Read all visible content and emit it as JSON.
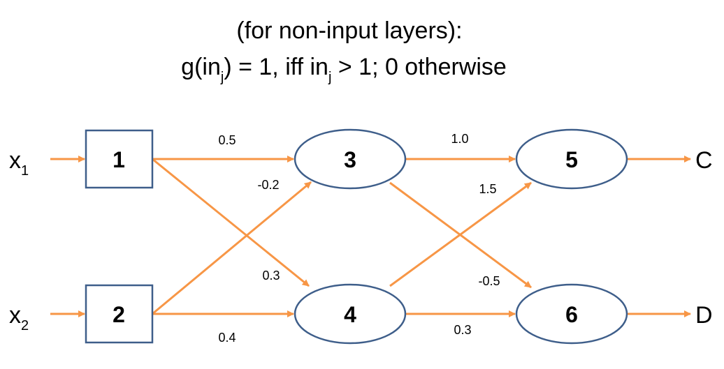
{
  "title": {
    "line1": "(for non-input layers):",
    "line2": {
      "p1": "g(in",
      "sub1": "j",
      "p2": ") = 1,  iff in",
      "sub2": "j",
      "p3": " > 1; 0 otherwise"
    }
  },
  "colors": {
    "arrow": "#F79646",
    "node_stroke": "#3E5E8A",
    "box_stroke": "#3E5E8A"
  },
  "inputs": [
    {
      "id": "x1",
      "main": "x",
      "sub": "1"
    },
    {
      "id": "x2",
      "main": "x",
      "sub": "2"
    }
  ],
  "outputs": [
    {
      "id": "C",
      "label": "C"
    },
    {
      "id": "D",
      "label": "D"
    }
  ],
  "nodes": [
    {
      "id": "1",
      "label": "1",
      "shape": "box"
    },
    {
      "id": "2",
      "label": "2",
      "shape": "box"
    },
    {
      "id": "3",
      "label": "3",
      "shape": "ellipse"
    },
    {
      "id": "4",
      "label": "4",
      "shape": "ellipse"
    },
    {
      "id": "5",
      "label": "5",
      "shape": "ellipse"
    },
    {
      "id": "6",
      "label": "6",
      "shape": "ellipse"
    }
  ],
  "edges": [
    {
      "from": "1",
      "to": "3",
      "weight": "0.5"
    },
    {
      "from": "2",
      "to": "3",
      "weight": "-0.2"
    },
    {
      "from": "1",
      "to": "4",
      "weight": "0.3"
    },
    {
      "from": "2",
      "to": "4",
      "weight": "0.4"
    },
    {
      "from": "3",
      "to": "5",
      "weight": "1.0"
    },
    {
      "from": "4",
      "to": "5",
      "weight": "1.5"
    },
    {
      "from": "3",
      "to": "6",
      "weight": "-0.5"
    },
    {
      "from": "4",
      "to": "6",
      "weight": "0.3"
    }
  ]
}
